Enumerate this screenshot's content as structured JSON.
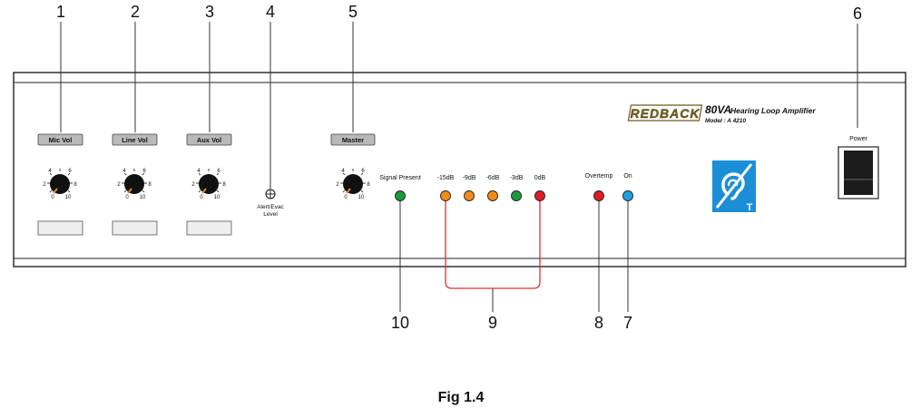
{
  "callouts": [
    "1",
    "2",
    "3",
    "4",
    "5",
    "6",
    "10",
    "9",
    "8",
    "7"
  ],
  "knobs": {
    "mic": {
      "label": "Mic Vol"
    },
    "line": {
      "label": "Line Vol"
    },
    "aux": {
      "label": "Aux Vol"
    },
    "master": {
      "label": "Master"
    },
    "scale": [
      "0",
      "2",
      "4",
      "6",
      "8",
      "10"
    ]
  },
  "alert": {
    "line1": "Alert/Evac",
    "line2": "Level"
  },
  "leds": {
    "signal_present": {
      "label": "Signal Present",
      "color": "#1a9a3a"
    },
    "level": [
      {
        "label": "-15dB",
        "color": "#f08a1a"
      },
      {
        "label": "-9dB",
        "color": "#f08a1a"
      },
      {
        "label": "-6dB",
        "color": "#f08a1a"
      },
      {
        "label": "-3dB",
        "color": "#1a9a3a"
      },
      {
        "label": "0dB",
        "color": "#e01b24"
      }
    ],
    "overtemp": {
      "label": "Overtemp",
      "color": "#e01b24"
    },
    "on": {
      "label": "On",
      "color": "#1ea0e0"
    }
  },
  "brand": {
    "logo": "REDBACK",
    "product": "80VA",
    "product_suffix": "Hearing Loop Amplifier",
    "model": "Model : A 4210"
  },
  "hearing_symbol": {
    "letter": "T",
    "color": "#1a8fd8"
  },
  "power": {
    "label": "Power"
  },
  "caption": "Fig 1.4"
}
